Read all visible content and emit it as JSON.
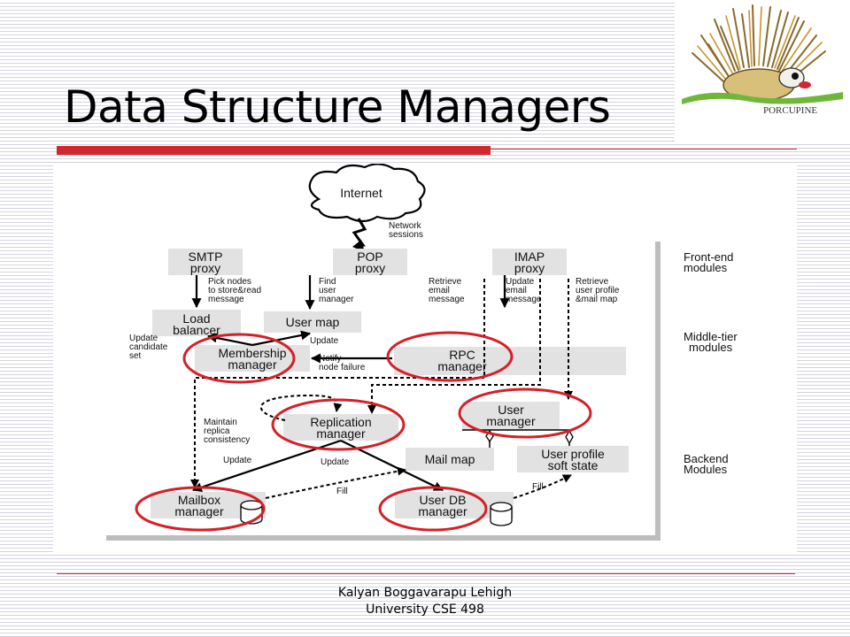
{
  "slide": {
    "title": "Data Structure Managers",
    "footer_line1": "Kalyan Boggavarapu Lehigh",
    "footer_line2": "University CSE 498"
  },
  "logo": {
    "caption": "PORCUPINE"
  },
  "diagram": {
    "internet": "Internet",
    "network_sessions": [
      "Network",
      "sessions"
    ],
    "smtp_proxy": [
      "SMTP",
      "proxy"
    ],
    "pop_proxy": [
      "POP",
      "proxy"
    ],
    "imap_proxy": [
      "IMAP",
      "proxy"
    ],
    "load_balancer": [
      "Load",
      "balancer"
    ],
    "user_map": "User map",
    "membership_manager": [
      "Membership",
      "manager"
    ],
    "rpc_manager": [
      "RPC",
      "manager"
    ],
    "user_manager": [
      "User",
      "manager"
    ],
    "replication_manager": [
      "Replication",
      "manager"
    ],
    "mail_map": "Mail map",
    "user_profile": [
      "User profile",
      "soft state"
    ],
    "mailbox_manager": [
      "Mailbox",
      "manager"
    ],
    "user_db_manager": [
      "User DB",
      "manager"
    ],
    "edge_labels": {
      "pick_nodes": [
        "Pick nodes",
        "to store&read",
        "message"
      ],
      "find_user": [
        "Find",
        "user",
        "manager"
      ],
      "retrieve_email": [
        "Retrieve",
        "email",
        "message"
      ],
      "update_email": [
        "Update",
        "email",
        "message"
      ],
      "retrieve_profile": [
        "Retrieve",
        "user profile",
        "&mail map"
      ],
      "update_candidate": [
        "Update",
        "candidate",
        "set"
      ],
      "update_user_map": "Update",
      "notify": [
        "Notify",
        "node failure"
      ],
      "maintain": [
        "Maintain",
        "replica",
        "consistency"
      ],
      "update_mailbox": "Update",
      "update_userdb": "Update",
      "fill_mailbox": "Fill",
      "fill_profile": "Fill"
    },
    "tiers": {
      "front_end": [
        "Front-end",
        "modules"
      ],
      "middle_tier": [
        "Middle-tier",
        "modules"
      ],
      "backend": [
        "Backend",
        "Modules"
      ]
    },
    "highlight_color": "#d42027"
  },
  "colors": {
    "accent_red": "#d2272e",
    "box_gray": "#e2e2e2"
  }
}
